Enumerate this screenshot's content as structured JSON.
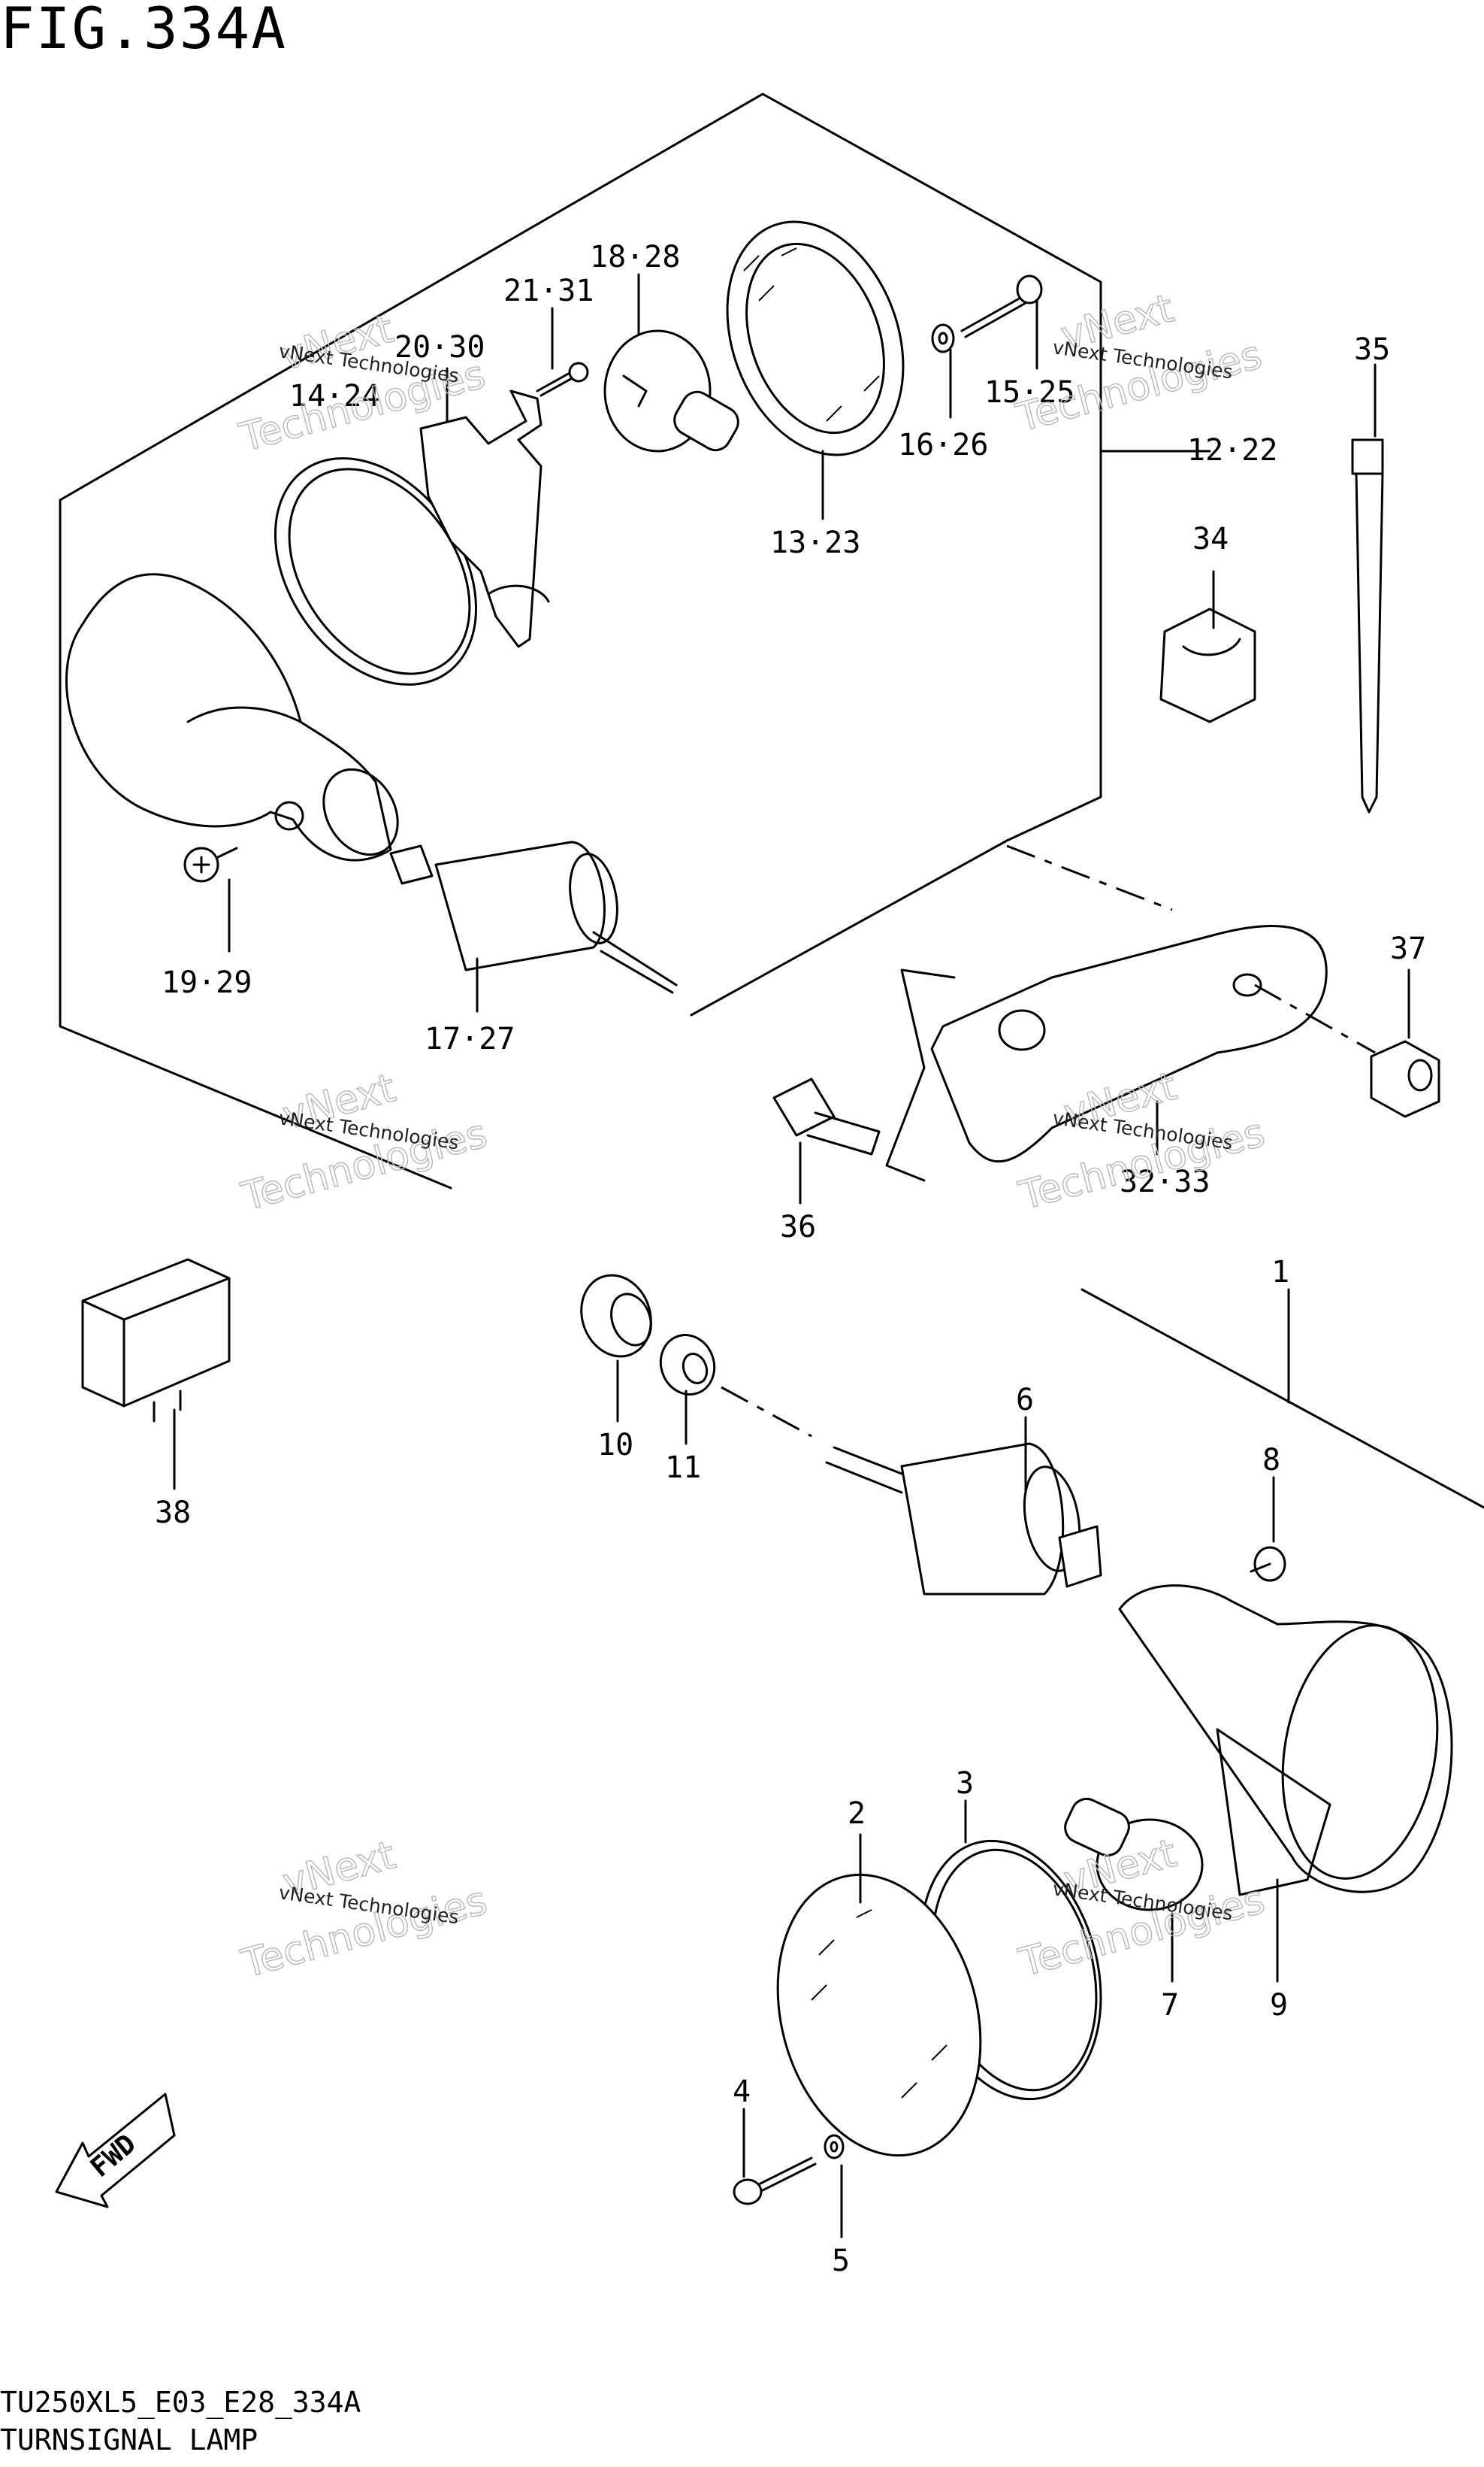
{
  "figure": {
    "title": "FIG.334A",
    "model_code": "TU250XL5_E03_E28_334A",
    "name": "TURNSIGNAL LAMP"
  },
  "watermark": {
    "small": "vNext Technologies",
    "big_line1": "vNext",
    "big_line2": "Technologies"
  },
  "fwd_label": "FWD",
  "callouts": {
    "c1": "1",
    "c2": "2",
    "c3": "3",
    "c4": "4",
    "c5": "5",
    "c6": "6",
    "c7": "7",
    "c8": "8",
    "c9": "9",
    "c10": "10",
    "c11": "11",
    "c12": "12·22",
    "c13": "13·23",
    "c14": "14·24",
    "c15": "15·25",
    "c16": "16·26",
    "c17": "17·27",
    "c18": "18·28",
    "c19": "19·29",
    "c20": "20·30",
    "c21": "21·31",
    "c32": "32·33",
    "c34": "34",
    "c35": "35",
    "c36": "36",
    "c37": "37",
    "c38": "38"
  }
}
